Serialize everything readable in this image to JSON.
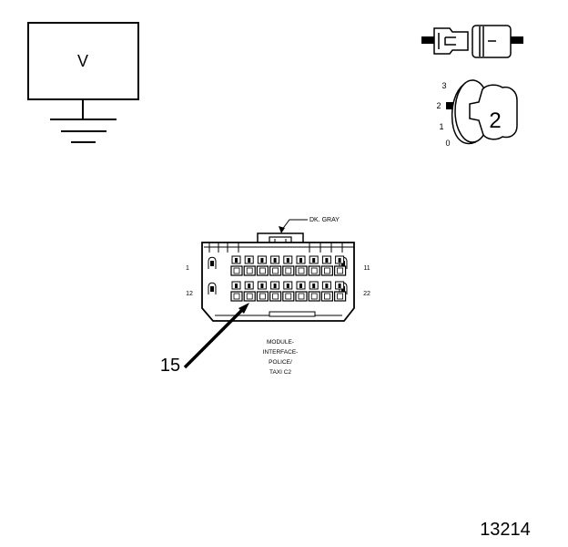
{
  "voltmeter": {
    "symbol": "V"
  },
  "ignition_key": {
    "positions": [
      "3",
      "2",
      "1",
      "0"
    ],
    "selected_position": "2",
    "badge": "2"
  },
  "connector": {
    "wire_color_label": "DK. GRAY",
    "row1_start_pin": "1",
    "row1_end_pin": "11",
    "row2_start_pin": "12",
    "row2_end_pin": "22",
    "name_lines": [
      "MODULE-",
      "INTERFACE-",
      "POLICE/",
      "TAXI C2"
    ],
    "probe_pin_callout": "15"
  },
  "figure_number": "13214"
}
